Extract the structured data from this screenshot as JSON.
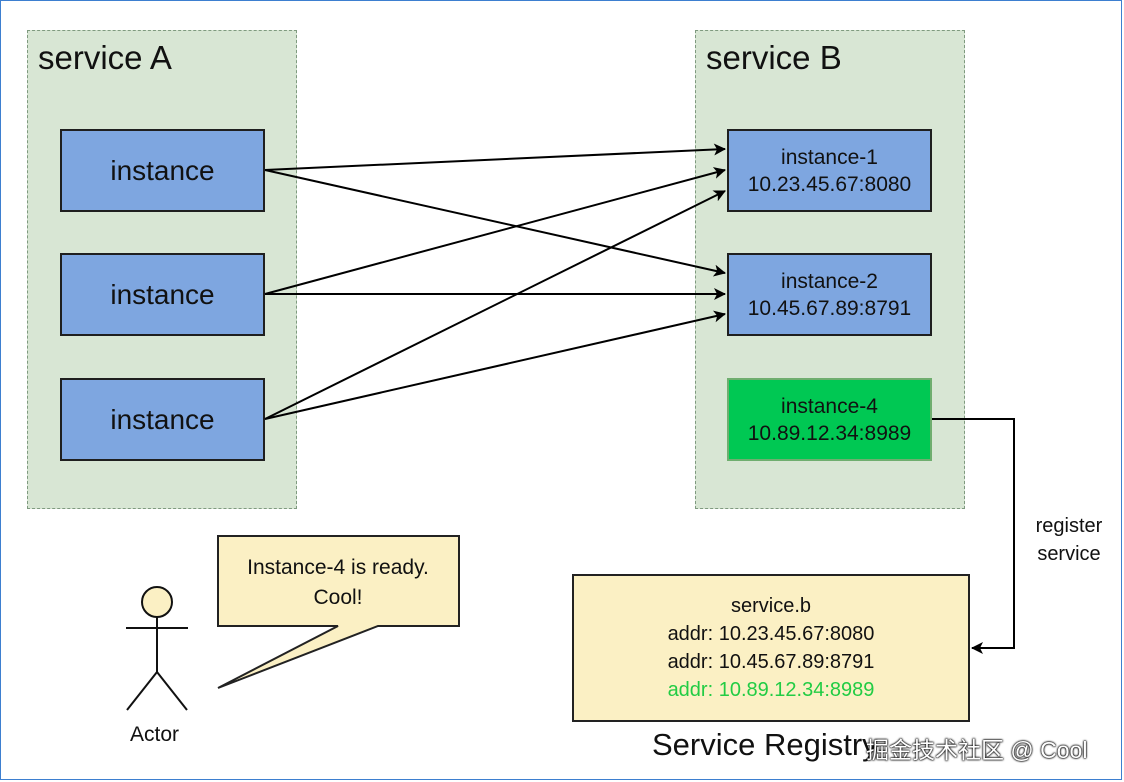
{
  "service_a": {
    "title": "service A",
    "instances": [
      "instance",
      "instance",
      "instance"
    ]
  },
  "service_b": {
    "title": "service B",
    "instances": [
      {
        "name": "instance-1",
        "addr": "10.23.45.67:8080"
      },
      {
        "name": "instance-2",
        "addr": "10.45.67.89:8791"
      },
      {
        "name": "instance-4",
        "addr": "10.89.12.34:8989"
      }
    ]
  },
  "register_label": [
    "register",
    "service"
  ],
  "registry": {
    "title": "Service Registry",
    "name": "service.b",
    "addrs": [
      "addr: 10.23.45.67:8080",
      "addr: 10.45.67.89:8791",
      "addr: 10.89.12.34:8989"
    ]
  },
  "actor": {
    "label": "Actor",
    "speech": [
      "Instance-4 is ready.",
      "Cool!"
    ]
  },
  "watermark": "掘金技术社区 @ Cool",
  "colors": {
    "group_bg": "#d8e6d4",
    "instance_blue": "#7ea6e0",
    "instance_green": "#00c853",
    "note_yellow": "#fbf0c4",
    "highlight_text": "#22cc44"
  }
}
